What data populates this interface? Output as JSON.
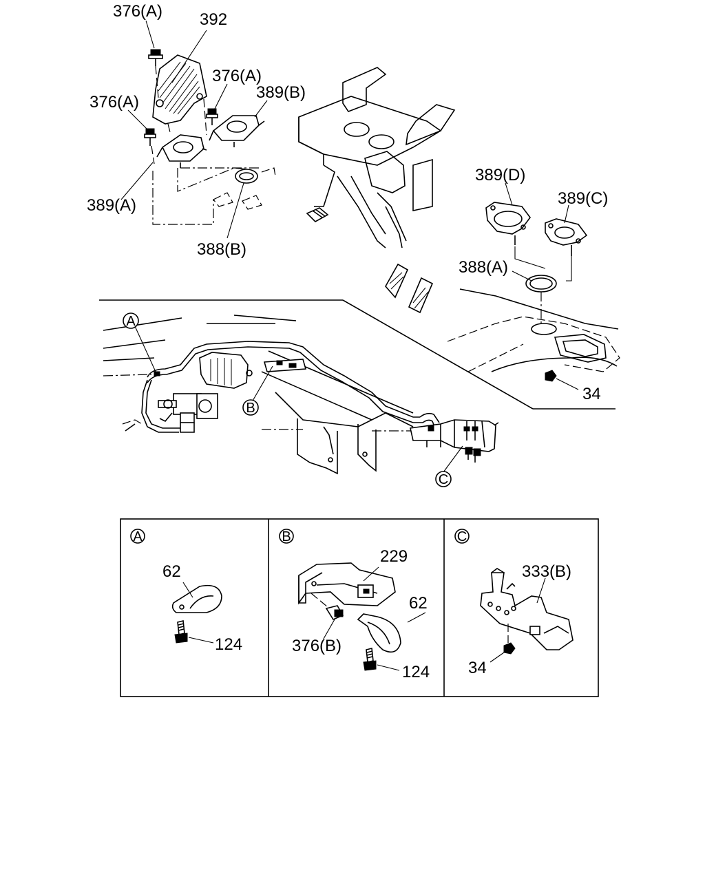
{
  "labels": {
    "l376a_1": "376(A)",
    "l392": "392",
    "l376a_2": "376(A)",
    "l376a_3": "376(A)",
    "l389b": "389(B)",
    "l389a": "389(A)",
    "l388b": "388(B)",
    "l389d": "389(D)",
    "l389c": "389(C)",
    "l388a": "388(A)",
    "l34_main": "34"
  },
  "callouts": {
    "a": "A",
    "b": "B",
    "c": "C"
  },
  "detail_a": {
    "letter": "A",
    "l62": "62",
    "l124": "124"
  },
  "detail_b": {
    "letter": "B",
    "l229": "229",
    "l62": "62",
    "l376b": "376(B)",
    "l124": "124"
  },
  "detail_c": {
    "letter": "C",
    "l333b": "333(B)",
    "l34": "34"
  }
}
